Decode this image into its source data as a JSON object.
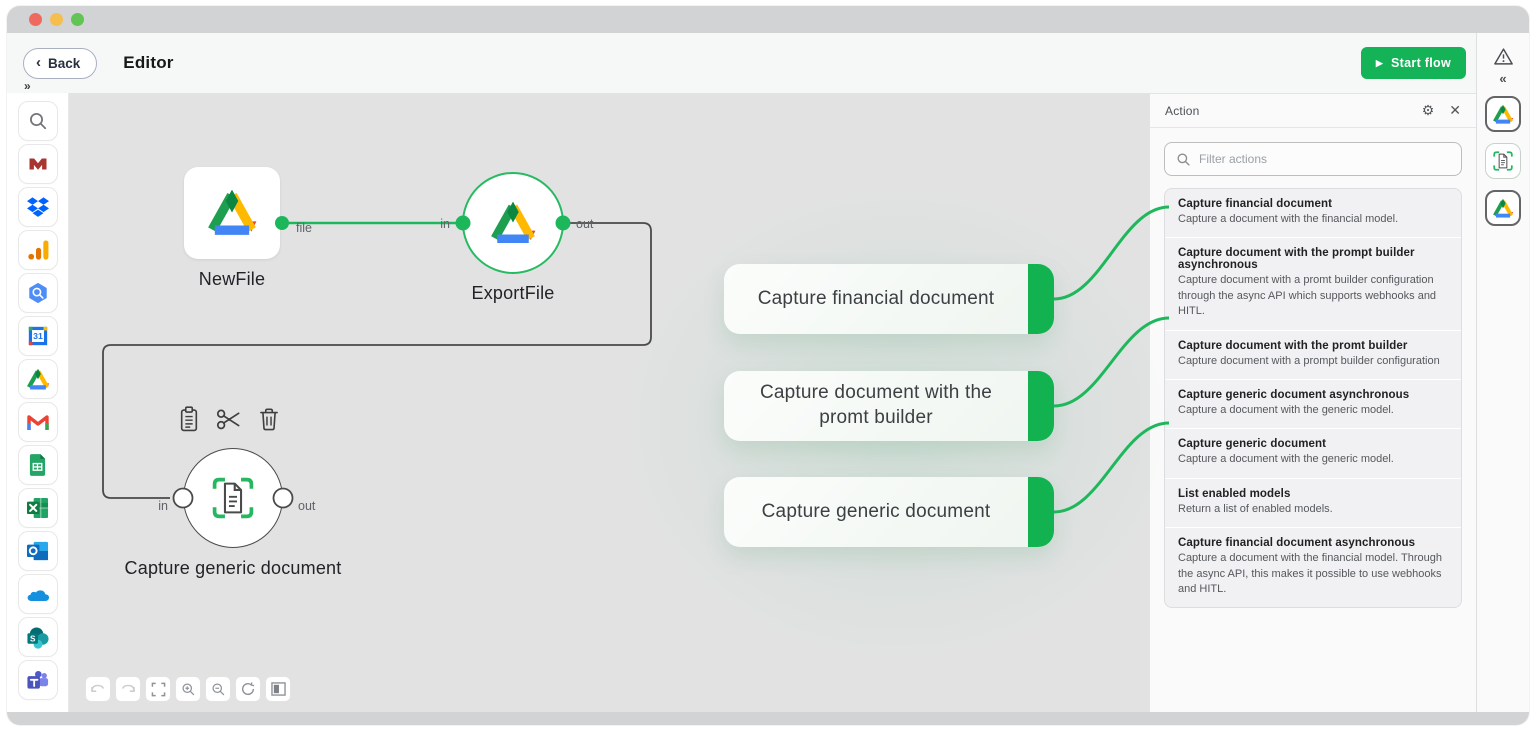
{
  "colors": {
    "accent_green": "#14B357",
    "connector_green": "#1FB75C",
    "card_cap_green": "#12B250",
    "canvas_bg": "#E2E2E3",
    "node_border": "#4A4A4A"
  },
  "header": {
    "back_label": "Back",
    "title": "Editor",
    "start_flow_label": "Start flow",
    "expand_icon": "»"
  },
  "left_sidebar": {
    "items": [
      "search",
      "rossum",
      "dropbox",
      "google-analytics",
      "google-bigquery",
      "google-calendar",
      "google-drive",
      "gmail",
      "google-sheets",
      "microsoft-excel",
      "microsoft-outlook",
      "onedrive",
      "sharepoint",
      "microsoft-teams"
    ]
  },
  "canvas": {
    "nodes": {
      "new_file": {
        "label": "NewFile",
        "output_port": "file"
      },
      "export_file": {
        "label": "ExportFile",
        "input_port": "in",
        "output_port": "out"
      },
      "capture_generic": {
        "label": "Capture generic document",
        "input_port": "in",
        "output_port": "out",
        "toolbar": [
          "paste",
          "cut",
          "delete"
        ]
      }
    },
    "cards": [
      {
        "label": "Capture financial document"
      },
      {
        "label": "Capture document with the promt builder"
      },
      {
        "label": "Capture generic document"
      }
    ],
    "toolbar": [
      "undo",
      "redo",
      "fit-view",
      "zoom-in",
      "zoom-out",
      "reset-view",
      "minimap"
    ]
  },
  "action_panel": {
    "title": "Action",
    "filter_placeholder": "Filter actions",
    "items": [
      {
        "title": "Capture financial document",
        "description": "Capture a document with the financial model."
      },
      {
        "title": "Capture document with the prompt builder asynchronous",
        "description": "Capture document with a promt builder configuration through the async API which supports webhooks and HITL."
      },
      {
        "title": "Capture document with the promt builder",
        "description": "Capture document with a prompt builder configuration"
      },
      {
        "title": "Capture generic document asynchronous",
        "description": "Capture a document with the generic model."
      },
      {
        "title": "Capture generic document",
        "description": "Capture a document with the generic model."
      },
      {
        "title": "List enabled models",
        "description": "Return a list of enabled models."
      },
      {
        "title": "Capture financial document asynchronous",
        "description": "Capture a document with the financial model. Through the async API, this makes it possible to use webhooks and HITL."
      }
    ]
  },
  "right_sidebar": {
    "collapse_icon": "«",
    "items": [
      "warning",
      "google-drive",
      "capture-document",
      "google-drive"
    ]
  }
}
